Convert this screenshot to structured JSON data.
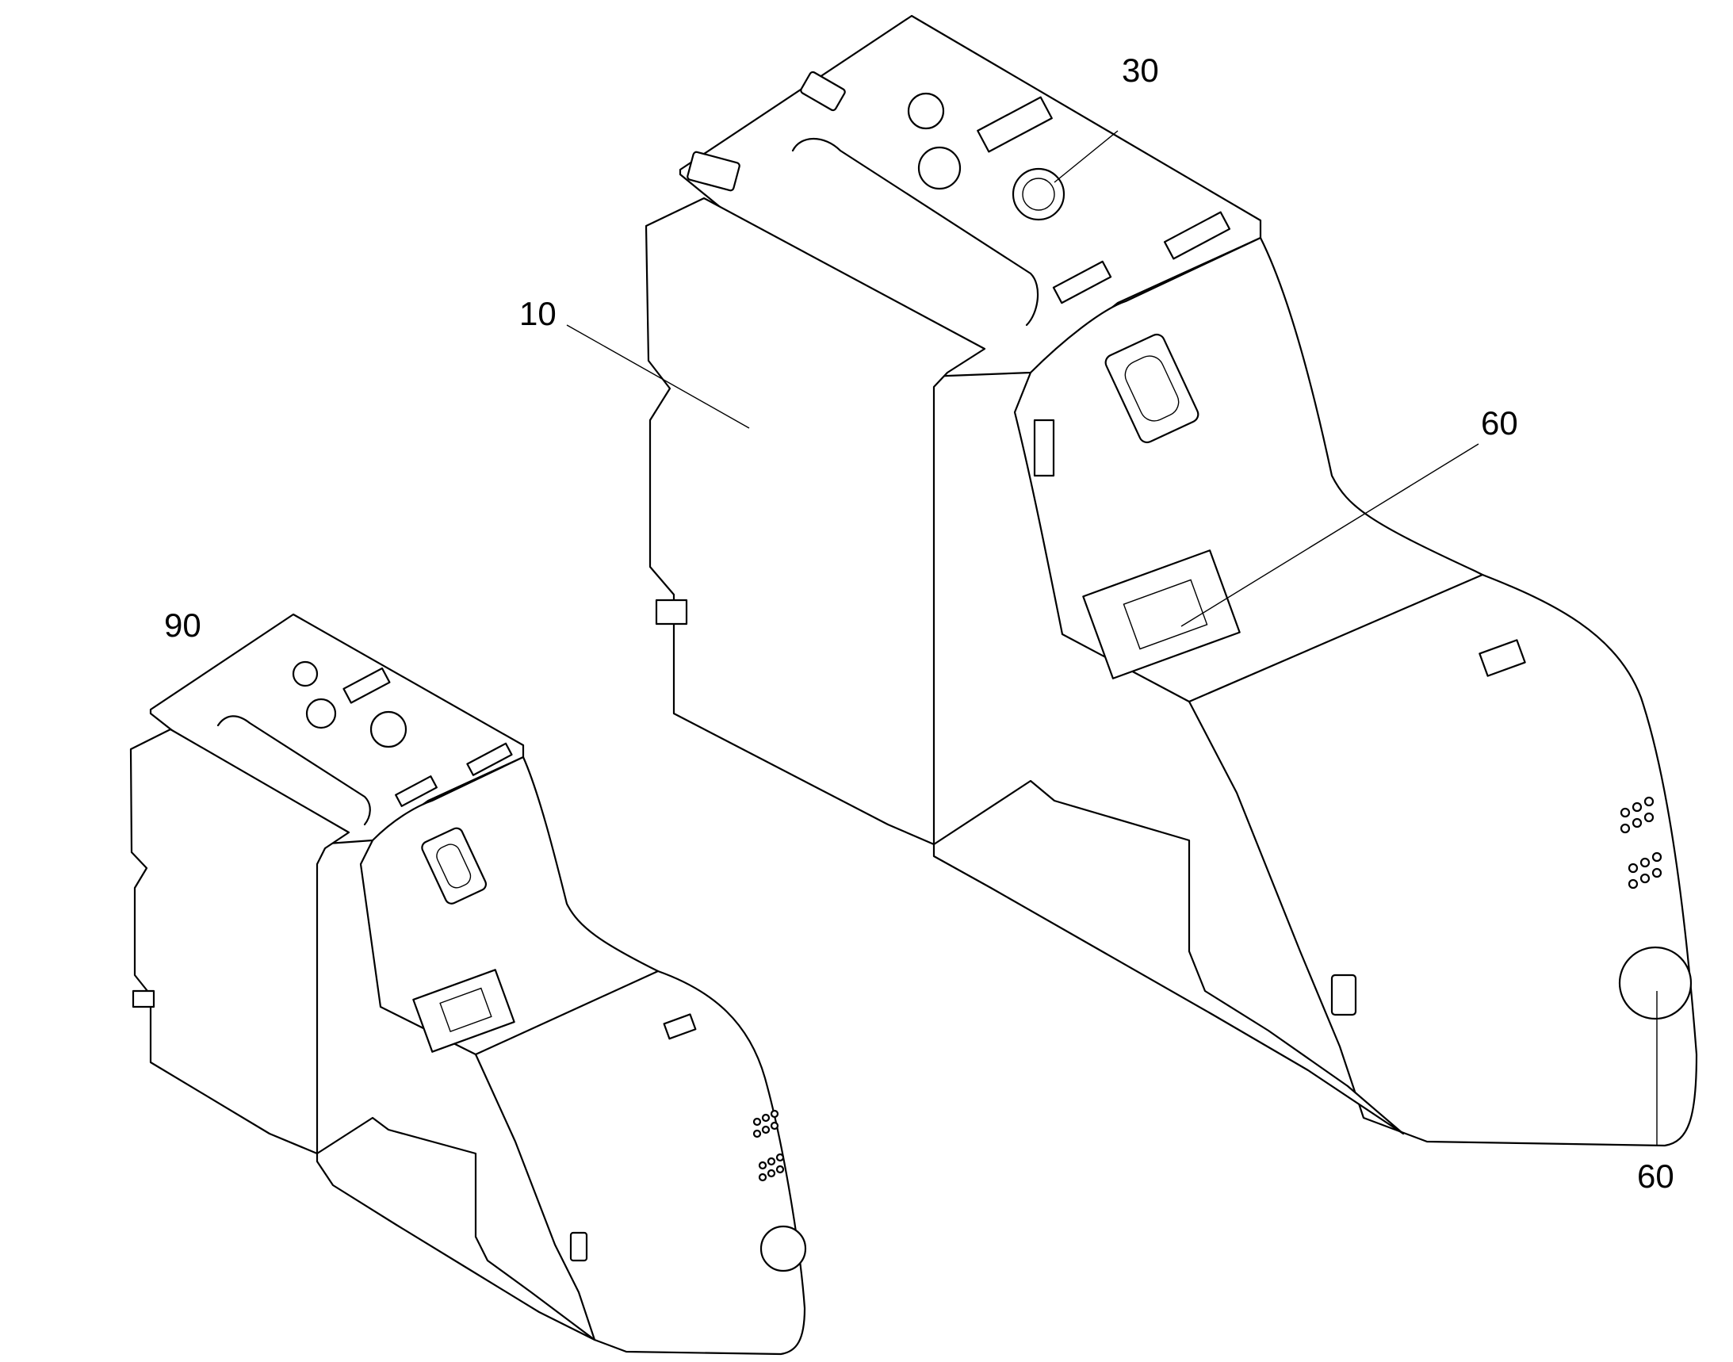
{
  "callouts": {
    "c10": "10",
    "c30": "30",
    "c60a": "60",
    "c60b": "60",
    "c90": "90"
  },
  "colors": {
    "ink": "#000000",
    "paper": "#ffffff"
  }
}
